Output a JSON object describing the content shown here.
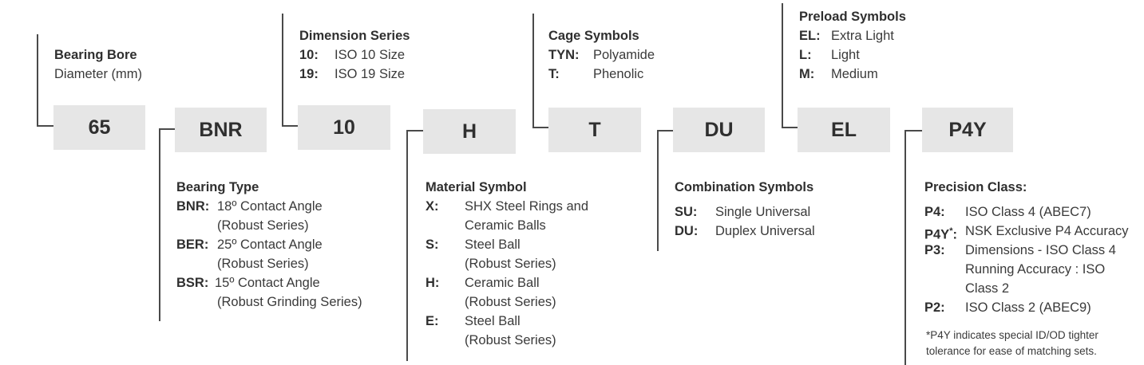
{
  "boxes": [
    "65",
    "BNR",
    "10",
    "H",
    "T",
    "DU",
    "EL",
    "P4Y"
  ],
  "bore": {
    "title": "Bearing Bore",
    "subtitle": "Diameter (mm)"
  },
  "dimension": {
    "title": "Dimension Series",
    "items": [
      {
        "code": "10:",
        "desc": "ISO 10 Size"
      },
      {
        "code": "19:",
        "desc": "ISO 19 Size"
      }
    ]
  },
  "cage": {
    "title": "Cage Symbols",
    "items": [
      {
        "code": "TYN:",
        "desc": "Polyamide"
      },
      {
        "code": "T:",
        "desc": "Phenolic"
      }
    ]
  },
  "preload": {
    "title": "Preload Symbols",
    "items": [
      {
        "code": "EL:",
        "desc": "Extra Light"
      },
      {
        "code": "L:",
        "desc": "Light"
      },
      {
        "code": "M:",
        "desc": "Medium"
      }
    ]
  },
  "bearing_type": {
    "title": "Bearing Type",
    "items": [
      {
        "code": "BNR:",
        "desc1": "18º Contact Angle",
        "desc2": "(Robust Series)"
      },
      {
        "code": "BER:",
        "desc1": "25º Contact Angle",
        "desc2": "(Robust Series)"
      },
      {
        "code": "BSR:",
        "desc1": "15º Contact Angle",
        "desc2": "(Robust Grinding Series)"
      }
    ]
  },
  "material": {
    "title": "Material Symbol",
    "items": [
      {
        "code": "X:",
        "desc1": "SHX Steel Rings and",
        "desc2": "Ceramic Balls"
      },
      {
        "code": "S:",
        "desc1": "Steel Ball",
        "desc2": "(Robust Series)"
      },
      {
        "code": "H:",
        "desc1": "Ceramic Ball",
        "desc2": "(Robust Series)"
      },
      {
        "code": "E:",
        "desc1": "Steel Ball",
        "desc2": "(Robust Series)"
      }
    ]
  },
  "combination": {
    "title": "Combination Symbols",
    "items": [
      {
        "code": "SU:",
        "desc": "Single Universal"
      },
      {
        "code": "DU:",
        "desc": "Duplex Universal"
      }
    ]
  },
  "precision": {
    "title": "Precision Class:",
    "items": [
      {
        "code": "P4:",
        "desc": "ISO Class 4 (ABEC7)"
      },
      {
        "code": "P4Y",
        "star": "*",
        "colon": ":",
        "desc": "NSK Exclusive P4 Accuracy"
      },
      {
        "code": "P3:",
        "desc1": "Dimensions - ISO Class 4",
        "desc2": "Running Accuracy : ISO",
        "desc3": "Class 2"
      },
      {
        "code": "P2:",
        "desc": "ISO Class 2 (ABEC9)"
      }
    ],
    "note1": "*P4Y indicates special ID/OD tighter",
    "note2": "tolerance for ease of matching sets."
  }
}
